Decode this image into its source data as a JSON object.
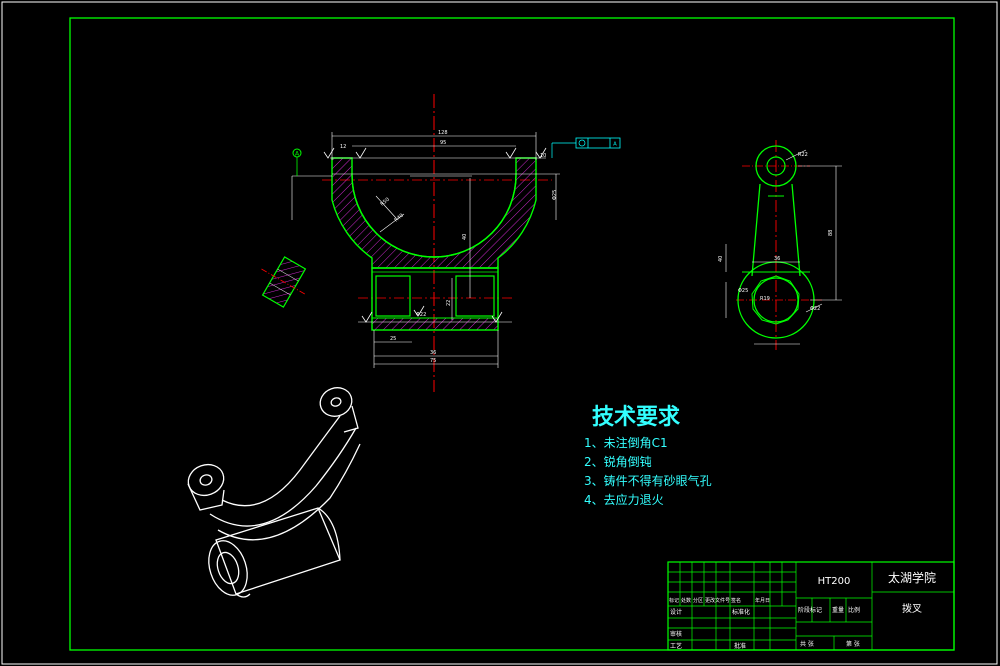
{
  "tech_requirements": {
    "title": "技术要求",
    "items": [
      "1、未注倒角C1",
      "2、锐角倒钝",
      "3、铸件不得有砂眼气孔",
      "4、去应力退火"
    ]
  },
  "title_block": {
    "material": "HT200",
    "school": "太湖学院",
    "part_name": "拨叉",
    "row_labels": [
      "标记",
      "处数",
      "分区",
      "更改文件号",
      "签名",
      "年月日"
    ],
    "design_label": "设计",
    "standard_label": "标准化",
    "stage_labels": [
      "阶段标记",
      "重量",
      "比例"
    ],
    "review_label": "审核",
    "process_label": "工艺",
    "approve_label": "批准",
    "sheet_total_label": "共 张",
    "sheet_label": "第 张"
  },
  "front_view": {
    "datum_label": "A",
    "datum_label_right": "A",
    "dims": [
      "128",
      "95",
      "R50",
      "R40",
      "40",
      "22",
      "25",
      "36",
      "75",
      "12",
      "10",
      "Φ22",
      "Φ25"
    ]
  },
  "side_view": {
    "dims": [
      "R22",
      "88",
      "R19",
      "36",
      "40",
      "Φ25",
      "Φ22"
    ]
  },
  "colors": {
    "frame": "#00ff00",
    "outline": "#00ff00",
    "centerline": "#ff0000",
    "hatch": "#ff33ff",
    "dimension": "#ffffff",
    "text": "#33ffff"
  }
}
